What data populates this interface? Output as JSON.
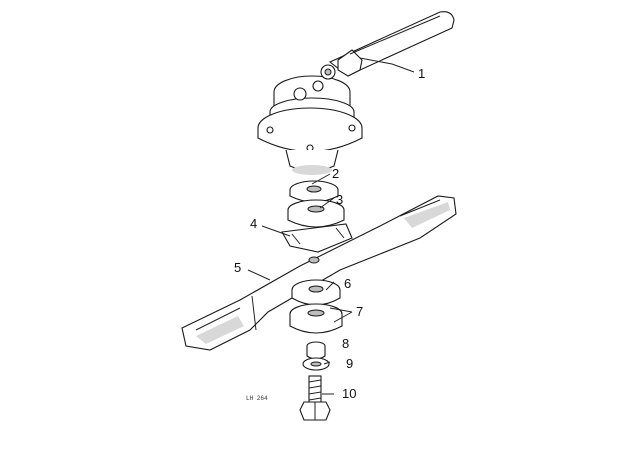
{
  "diagram": {
    "callouts": [
      "1",
      "2",
      "3",
      "4",
      "5",
      "6",
      "7",
      "8",
      "9",
      "10"
    ],
    "figure_code": "LH 264"
  }
}
